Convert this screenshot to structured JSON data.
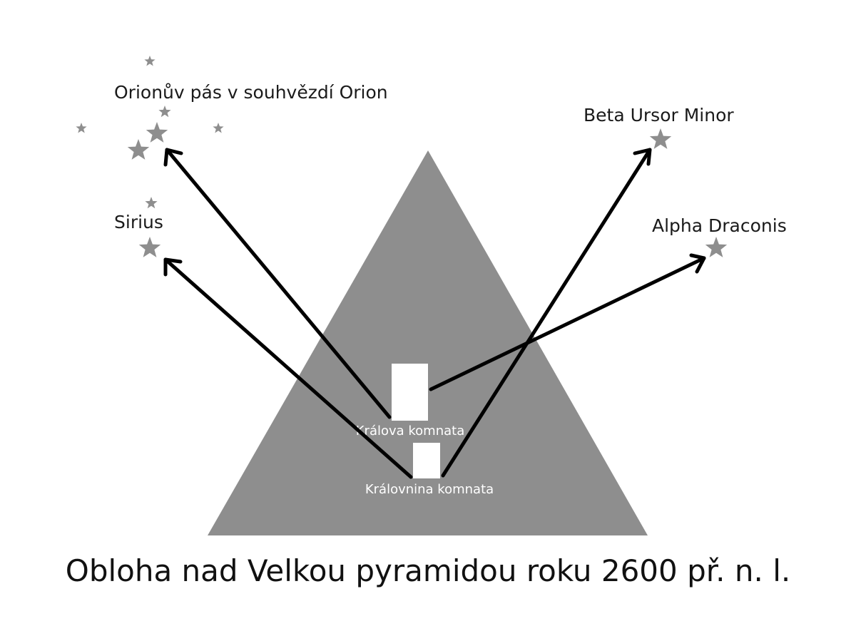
{
  "diagram": {
    "title": "Obloha nad Velkou pyramidou roku 2600 př. n. l.",
    "stars": {
      "orion_label": "Orionův pás v souhvězdí Orion",
      "sirius_label": "Sirius",
      "beta_label": "Beta Ursor Minor",
      "alpha_label": "Alpha Draconis"
    },
    "chambers": {
      "king_label": "Králova komnata",
      "queen_label": "Královnina komnata"
    },
    "colors": {
      "pyramid": "#8e8e8e",
      "star": "#8e8e8e",
      "arrow": "#000000",
      "chamber": "#ffffff"
    }
  }
}
